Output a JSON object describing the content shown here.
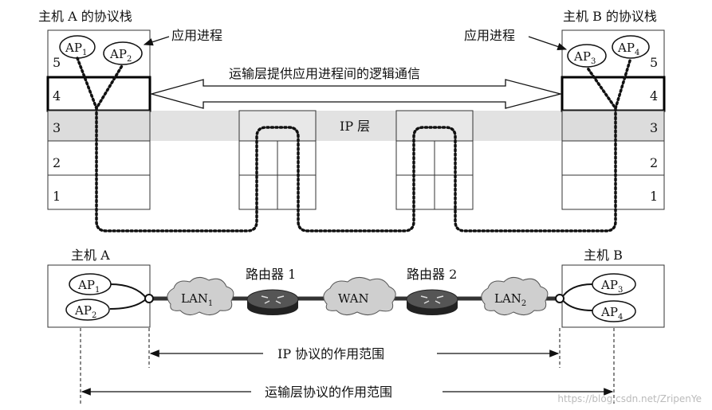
{
  "host_a_stack_title": "主机 A 的协议栈",
  "host_b_stack_title": "主机 B 的协议栈",
  "app_process_left": "应用进程",
  "app_process_right": "应用进程",
  "transport_comm_label": "运输层提供应用进程间的逻辑通信",
  "ip_layer_label": "IP 层",
  "layers_left": [
    "5",
    "4",
    "3",
    "2",
    "1"
  ],
  "layers_right": [
    "5",
    "4",
    "3",
    "2",
    "1"
  ],
  "ap": {
    "base": "AP",
    "subs": [
      "1",
      "2",
      "3",
      "4"
    ]
  },
  "host_a": "主机 A",
  "host_b": "主机 B",
  "router1": "路由器 1",
  "router2": "路由器 2",
  "lan1": {
    "base": "LAN",
    "sub": "1"
  },
  "lan2": {
    "base": "LAN",
    "sub": "2"
  },
  "wan": "WAN",
  "ip_scope": "IP 协议的作用范围",
  "transport_scope": "运输层协议的作用范围",
  "watermark": "https://blog.csdn.net/ZripenYe"
}
